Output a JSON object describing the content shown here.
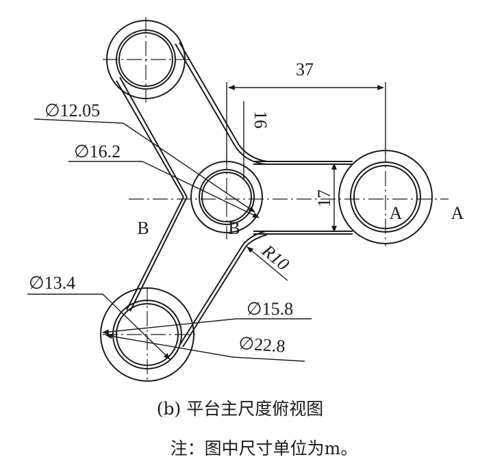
{
  "dimensions": {
    "span_37": "37",
    "offset_16": "16",
    "width_17": "17",
    "radius_r10": "R10",
    "dia_12_05": "∅12.05",
    "dia_16_2": "∅16.2",
    "dia_13_4": "∅13.4",
    "dia_15_8": "∅15.8",
    "dia_22_8": "∅22.8"
  },
  "section_labels": {
    "a_inner": "A",
    "a_outer": "A",
    "b_left": "B",
    "b_center": "B"
  },
  "caption": {
    "title": "(b) 平台主尺度俯视图",
    "note": "注：图中尺寸单位为m。"
  },
  "colors": {
    "line": "#1a1a1a",
    "background": "#ffffff"
  }
}
